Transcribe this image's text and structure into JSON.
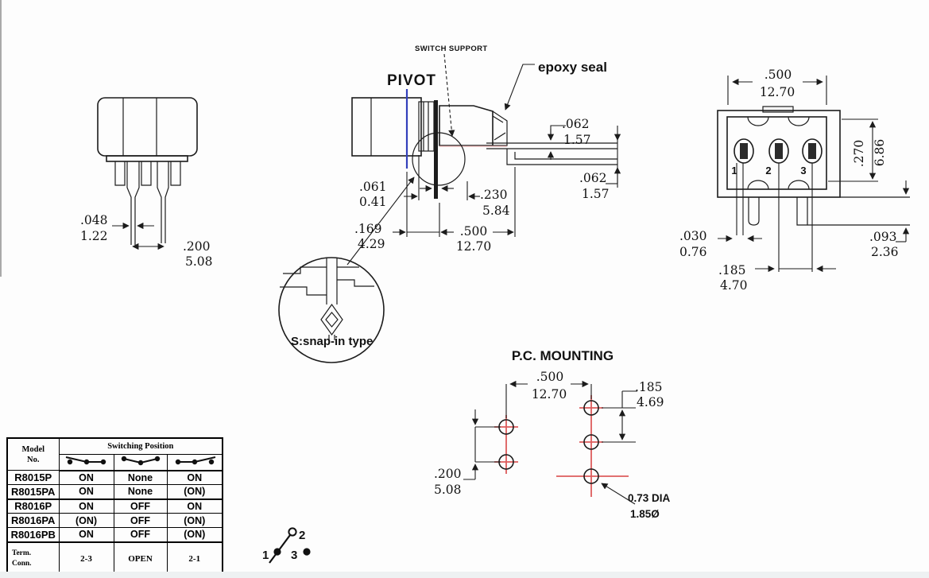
{
  "colors": {
    "line": "#1c1c1c",
    "pivot_line": "#3340bb",
    "hole_accent": "#dd5c5c",
    "text": "#121212"
  },
  "front_view": {
    "dim_pin_width_in": ".048",
    "dim_pin_width_mm": "1.22",
    "dim_pin_pitch_in": ".200",
    "dim_pin_pitch_mm": "5.08"
  },
  "side_view": {
    "pivot_label": "PIVOT",
    "support_label": "SWITCH SUPPORT",
    "epoxy_label": "epoxy seal",
    "dim_plate_in": ".061",
    "dim_plate_mm": "0.41",
    "dim_depth_in": ".230",
    "dim_depth_mm": "5.84",
    "dim_offset_in": ".169",
    "dim_offset_mm": "4.29",
    "dim_reach_in": ".500",
    "dim_reach_mm": "12.70",
    "dim_term_upper_in": ".062",
    "dim_term_upper_mm": "1.57",
    "dim_term_lower_in": ".062",
    "dim_term_lower_mm": "1.57"
  },
  "detail_view": {
    "label": "S:snap-in type"
  },
  "rear_view": {
    "terminal_1": "1",
    "terminal_2": "2",
    "terminal_3": "3",
    "dim_width_in": ".500",
    "dim_width_mm": "12.70",
    "dim_height_in": ".270",
    "dim_height_mm": "6.86",
    "dim_term_in": ".030",
    "dim_term_mm": "0.76",
    "dim_pitch_in": ".185",
    "dim_pitch_mm": "4.70",
    "dim_leg_in": ".093",
    "dim_leg_mm": "2.36"
  },
  "pc_mounting": {
    "title": "P.C. MOUNTING",
    "dim_col_pitch_in": ".500",
    "dim_col_pitch_mm": "12.70",
    "dim_right_pitch_in": ".185",
    "dim_right_pitch_mm": "4.69",
    "dim_left_pitch_in": ".200",
    "dim_left_pitch_mm": "5.08",
    "hole_note_1": "0.73 DIA",
    "hole_note_2": "1.85Ø"
  },
  "schematic": {
    "terminal_1": "1",
    "terminal_2": "2",
    "terminal_3": "3"
  },
  "table": {
    "header_model": "Model",
    "header_no": "No.",
    "header_switching": "Switching Position",
    "rows": [
      {
        "model": "R8015P",
        "p1": "ON",
        "p2": "None",
        "p3": "ON"
      },
      {
        "model": "R8015PA",
        "p1": "ON",
        "p2": "None",
        "p3": "(ON)"
      },
      {
        "model": "R8016P",
        "p1": "ON",
        "p2": "OFF",
        "p3": "ON"
      },
      {
        "model": "R8016PA",
        "p1": "(ON)",
        "p2": "OFF",
        "p3": "(ON)"
      },
      {
        "model": "R8016PB",
        "p1": "ON",
        "p2": "OFF",
        "p3": "(ON)"
      }
    ],
    "footer_label_1": "Term.",
    "footer_label_2": "Conn.",
    "footer_v1": "2-3",
    "footer_v2": "OPEN",
    "footer_v3": "2-1"
  }
}
